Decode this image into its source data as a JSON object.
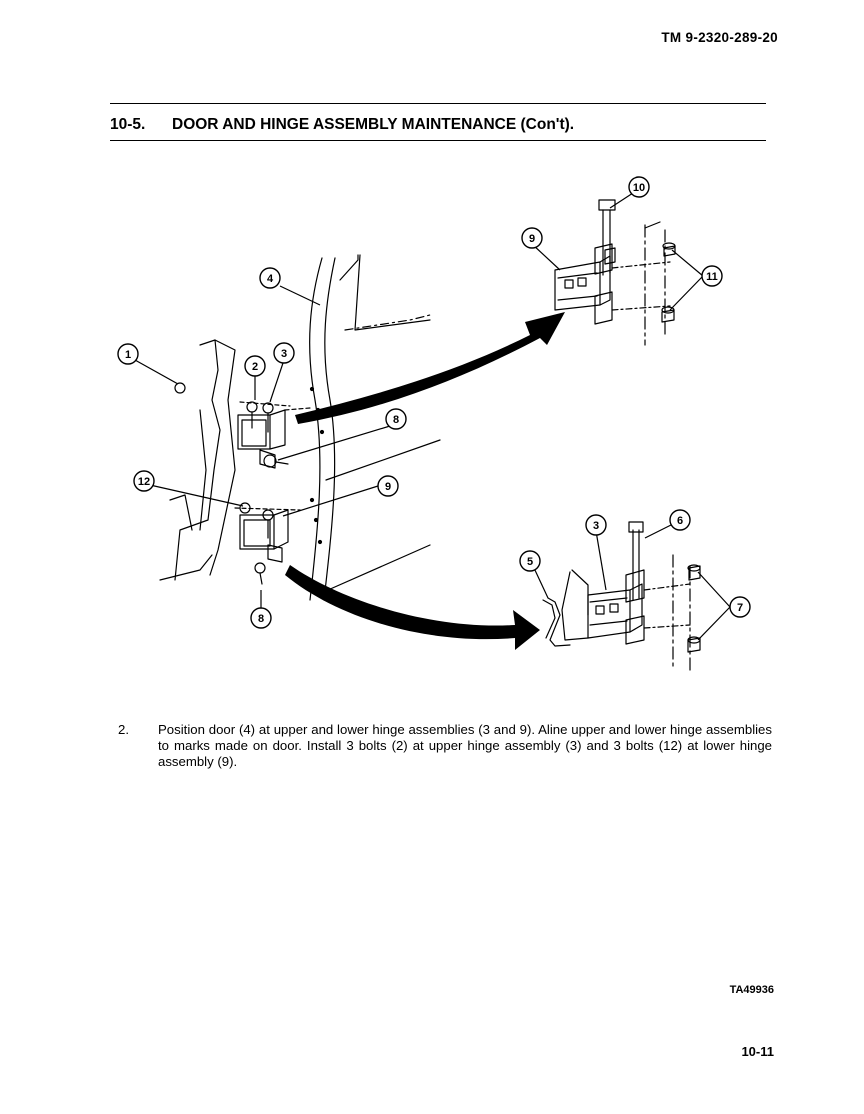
{
  "header": {
    "tm_number": "TM  9-2320-289-20",
    "section_number": "10-5.",
    "section_title": "DOOR AND HINGE ASSEMBLY MAINTENANCE (Con't)."
  },
  "figure": {
    "callouts": {
      "c1": "1",
      "c2": "2",
      "c3_left": "3",
      "c4": "4",
      "c8_upper": "8",
      "c12": "12",
      "c9_left": "9",
      "c8_lower": "8",
      "c9_detail": "9",
      "c10": "10",
      "c11": "11",
      "c3_detail": "3",
      "c6": "6",
      "c5": "5",
      "c7": "7"
    },
    "figure_id": "TA49936"
  },
  "instructions": [
    {
      "number": "2.",
      "text": "Position door (4) at upper and lower hinge assemblies (3 and 9). Aline upper and lower hinge assemblies to marks made on door. Install 3 bolts (2) at upper hinge assembly (3) and 3 bolts (12) at lower hinge assembly (9)."
    }
  ],
  "footer": {
    "page_number": "10-11"
  }
}
